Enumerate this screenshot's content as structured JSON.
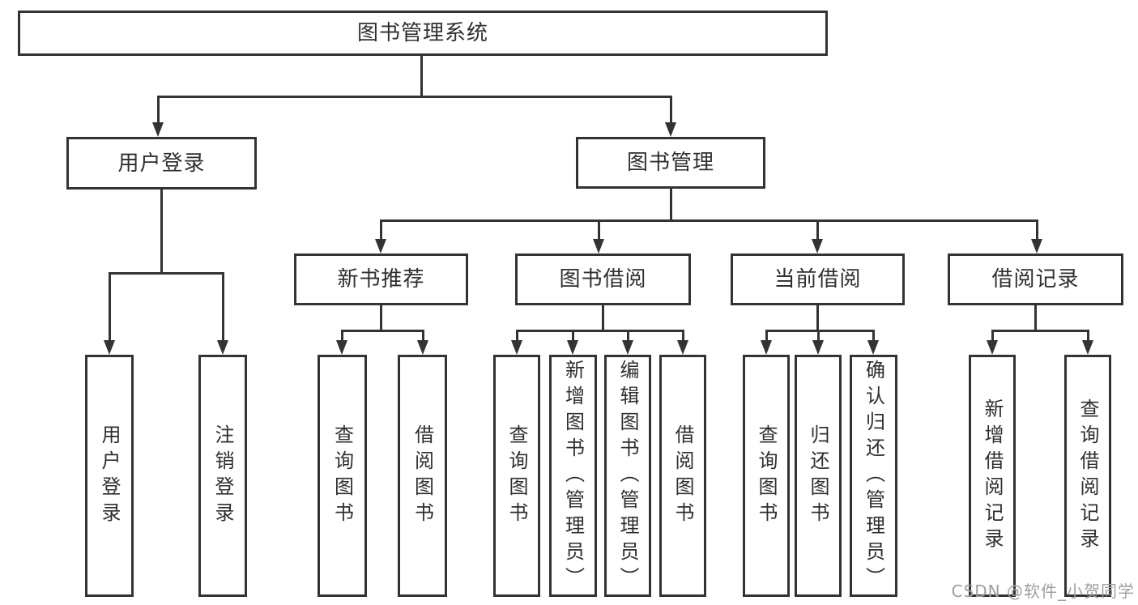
{
  "nodes": {
    "root": "图书管理系统",
    "level2": [
      "用户登录",
      "图书管理"
    ],
    "level3": [
      "新书推荐",
      "图书借阅",
      "当前借阅",
      "借阅记录"
    ],
    "leaves": [
      "用户登录",
      "注销登录",
      "查询图书",
      "借阅图书",
      "查询图书",
      "新增图书（管理员）",
      "编辑图书（管理员）",
      "借阅图书",
      "查询图书",
      "归还图书",
      "确认归还（管理员）",
      "新增借阅记录",
      "查询借阅记录"
    ]
  },
  "watermark": "CSDN @软件_小贺同学",
  "colors": {
    "line": "#333333",
    "text": "#2f2f2f",
    "background": "#ffffff",
    "watermark": "#9e9e9e"
  }
}
